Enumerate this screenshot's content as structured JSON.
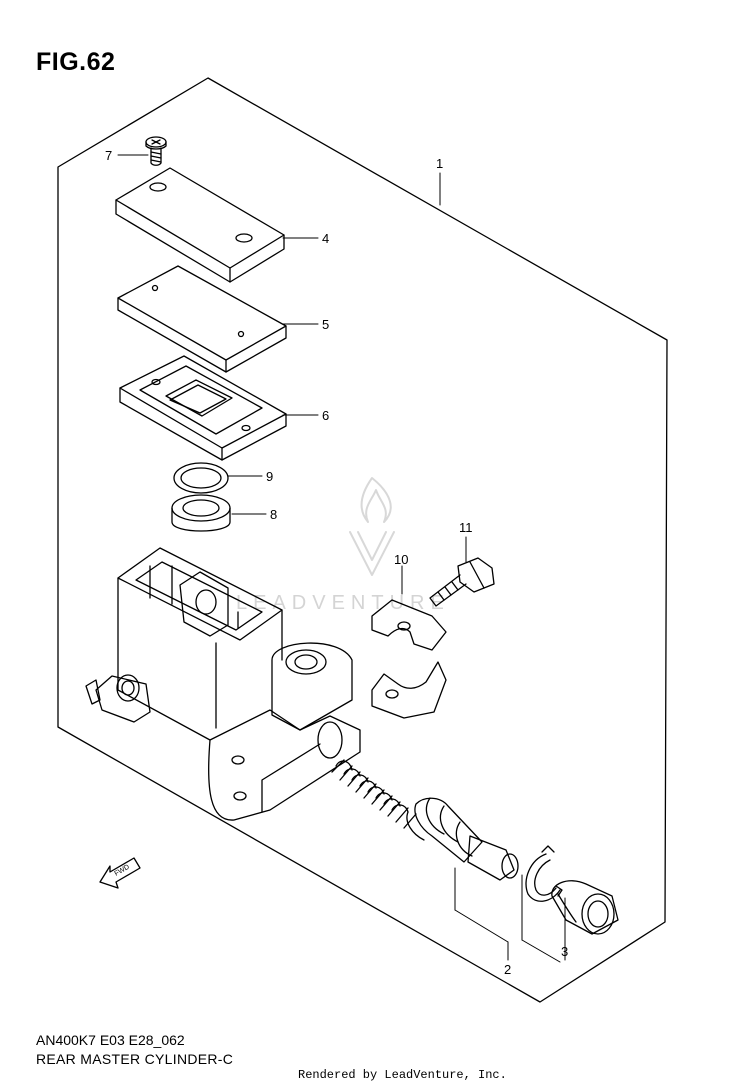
{
  "header": {
    "figure": "FIG.62"
  },
  "callouts": {
    "c1": "1",
    "c2": "2",
    "c3": "3",
    "c4": "4",
    "c5": "5",
    "c6": "6",
    "c7": "7",
    "c8": "8",
    "c9": "9",
    "c10": "10",
    "c11": "11"
  },
  "direction_arrow": {
    "label": "FWD"
  },
  "watermark": {
    "text": "LEADVENTURE"
  },
  "footer": {
    "model_code": "AN400K7 E03 E28_062",
    "assembly_name": "REAR MASTER CYLINDER-C",
    "credit": "Rendered by LeadVenture, Inc."
  },
  "colors": {
    "line": "#000000",
    "watermark": "#d4d4d4",
    "background": "#ffffff"
  }
}
